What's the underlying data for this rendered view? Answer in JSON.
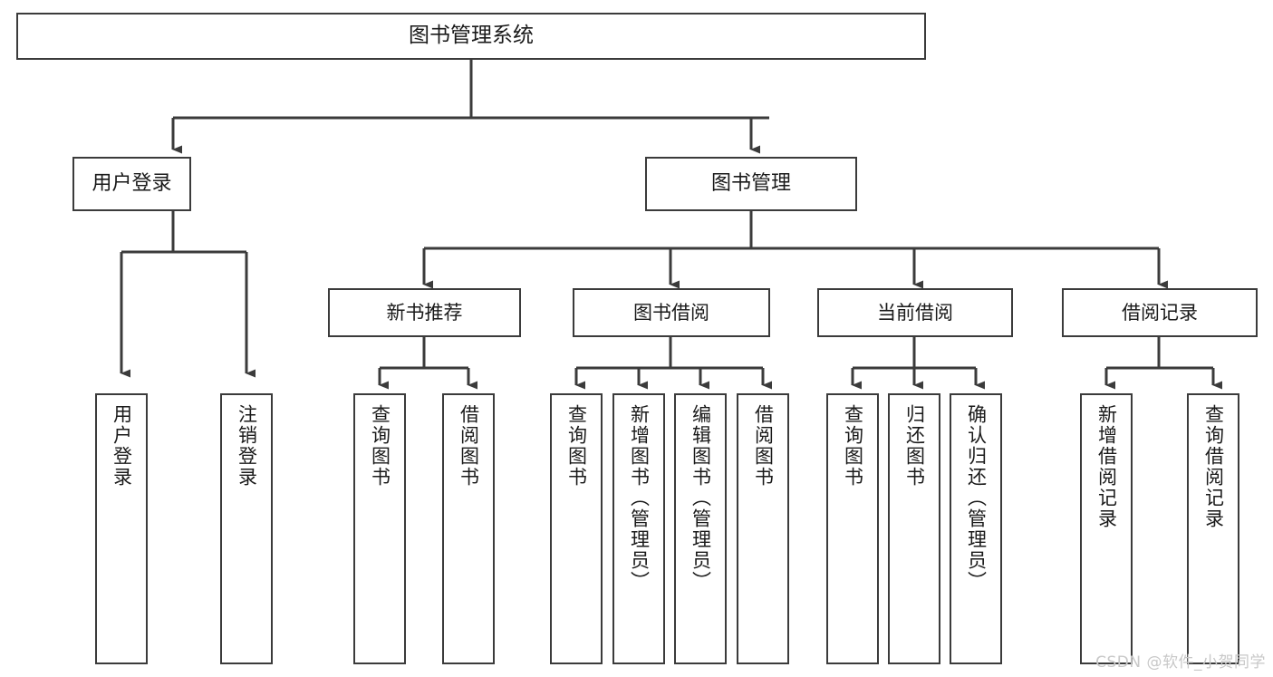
{
  "diagram": {
    "type": "tree",
    "title": "图书管理系统",
    "orientation": "top-down",
    "colors": {
      "box_border": "#3b3b3b",
      "box_fill": "#ffffff",
      "connector": "#3b3b3b",
      "text": "#1a1a1a",
      "watermark": "#c8c8c8",
      "background": "#ffffff"
    },
    "root": {
      "id": "root",
      "label": "图书管理系统"
    },
    "level2": [
      {
        "id": "user-login",
        "label": "用户登录"
      },
      {
        "id": "book-manage",
        "label": "图书管理"
      }
    ],
    "level3": [
      {
        "id": "new-book-rec",
        "label": "新书推荐",
        "parent": "book-manage"
      },
      {
        "id": "book-borrow",
        "label": "图书借阅",
        "parent": "book-manage"
      },
      {
        "id": "current-borrow",
        "label": "当前借阅",
        "parent": "book-manage"
      },
      {
        "id": "borrow-record",
        "label": "借阅记录",
        "parent": "book-manage"
      }
    ],
    "leaves": [
      {
        "id": "leaf-user-login",
        "label": "用户登录",
        "parent": "user-login"
      },
      {
        "id": "leaf-logout",
        "label": "注销登录",
        "parent": "user-login"
      },
      {
        "id": "leaf-query-book-1",
        "label": "查询图书",
        "parent": "new-book-rec"
      },
      {
        "id": "leaf-borrow-book-1",
        "label": "借阅图书",
        "parent": "new-book-rec"
      },
      {
        "id": "leaf-query-book-2",
        "label": "查询图书",
        "parent": "book-borrow"
      },
      {
        "id": "leaf-add-book",
        "label": "新增图书（管理员）",
        "parent": "book-borrow"
      },
      {
        "id": "leaf-edit-book",
        "label": "编辑图书（管理员）",
        "parent": "book-borrow"
      },
      {
        "id": "leaf-borrow-book-2",
        "label": "借阅图书",
        "parent": "book-borrow"
      },
      {
        "id": "leaf-query-book-3",
        "label": "查询图书",
        "parent": "current-borrow"
      },
      {
        "id": "leaf-return-book",
        "label": "归还图书",
        "parent": "current-borrow"
      },
      {
        "id": "leaf-confirm-return",
        "label": "确认归还（管理员）",
        "parent": "current-borrow"
      },
      {
        "id": "leaf-add-record",
        "label": "新增借阅记录",
        "parent": "borrow-record"
      },
      {
        "id": "leaf-query-record",
        "label": "查询借阅记录",
        "parent": "borrow-record"
      }
    ]
  },
  "watermark": {
    "text": "CSDN @软件_小贺同学"
  }
}
